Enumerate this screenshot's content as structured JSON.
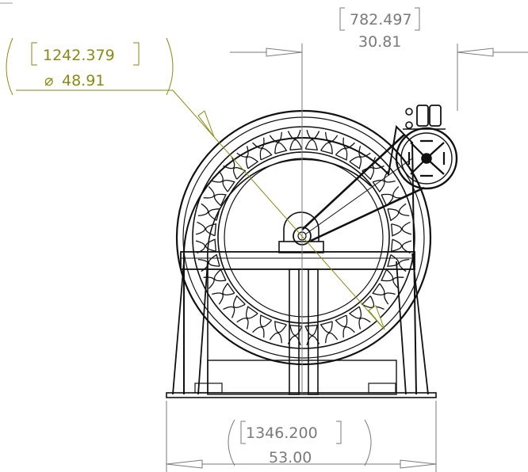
{
  "dimensions": {
    "diameter": {
      "metric": "1242.379",
      "symbol": "⌀",
      "imperial": "48.91",
      "color": "#8a8a14"
    },
    "offset": {
      "metric": "782.497",
      "imperial": "30.81",
      "color": "#7a7a7a"
    },
    "overall_width": {
      "metric": "1346.200",
      "imperial": "53.00",
      "color": "#7a7a7a"
    }
  },
  "drawing": {
    "line_color": "#111111",
    "background": "#ffffff"
  }
}
